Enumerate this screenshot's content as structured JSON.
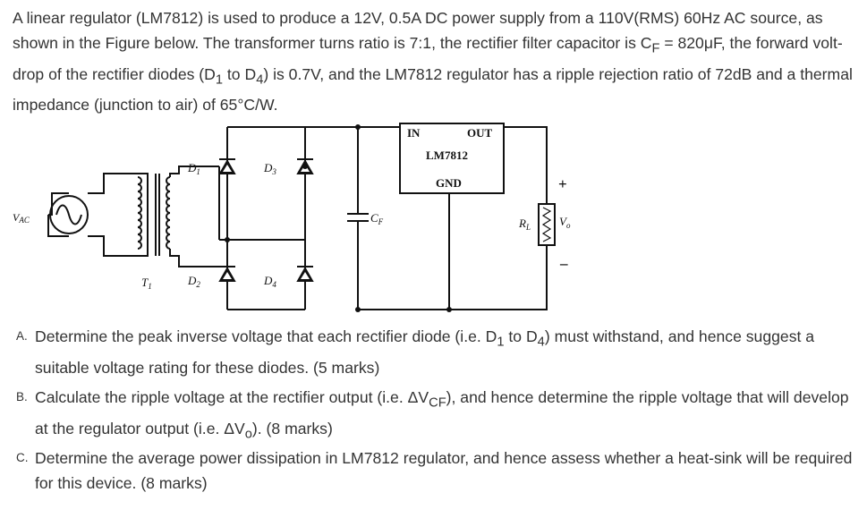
{
  "intro": {
    "s1": "A linear regulator (LM7812) is used to produce a 12V, 0.5A DC power supply from a 110V(RMS) 60Hz AC source, as shown in the Figure below. The transformer turns ratio is 7:1, the rectifier filter capacitor is C",
    "s1_sub": "F",
    "s2": " = 820μF, the forward volt-drop of the rectifier diodes (D",
    "s2_sub": "1",
    "s3": " to D",
    "s3_sub": "4",
    "s4": ") is 0.7V, and the LM7812 regulator has a ripple rejection ratio of 72dB and a thermal impedance (junction to air) of 65°C/W."
  },
  "circuit": {
    "source_label": "V",
    "source_sub": "AC",
    "transformer_label": "T",
    "transformer_sub": "1",
    "d1": "D",
    "d1_sub": "1",
    "d2": "D",
    "d2_sub": "2",
    "d3": "D",
    "d3_sub": "3",
    "d4": "D",
    "d4_sub": "4",
    "cap": "C",
    "cap_sub": "F",
    "reg_in": "IN",
    "reg_out": "OUT",
    "reg_name": "LM7812",
    "reg_gnd": "GND",
    "load": "R",
    "load_sub": "L",
    "vo": "V",
    "vo_sub": "o",
    "plus": "+",
    "minus": "–"
  },
  "questions": [
    {
      "marker": "A.",
      "t1": "Determine the peak inverse voltage that each rectifier diode (i.e. D",
      "sub1": "1",
      "t2": " to D",
      "sub2": "4",
      "t3": ") must withstand, and hence suggest a suitable voltage rating for these diodes. (5 marks)"
    },
    {
      "marker": "B.",
      "t1": "Calculate the ripple voltage at the rectifier output (i.e. ΔV",
      "sub1": "CF",
      "t2": "), and hence determine the ripple voltage that will develop at the regulator output (i.e. ΔV",
      "sub2": "o",
      "t3": "). (8 marks)"
    },
    {
      "marker": "C.",
      "t1": "Determine the average power dissipation in LM7812 regulator, and hence assess whether a heat-sink will be required for this device. (8 marks)"
    }
  ]
}
